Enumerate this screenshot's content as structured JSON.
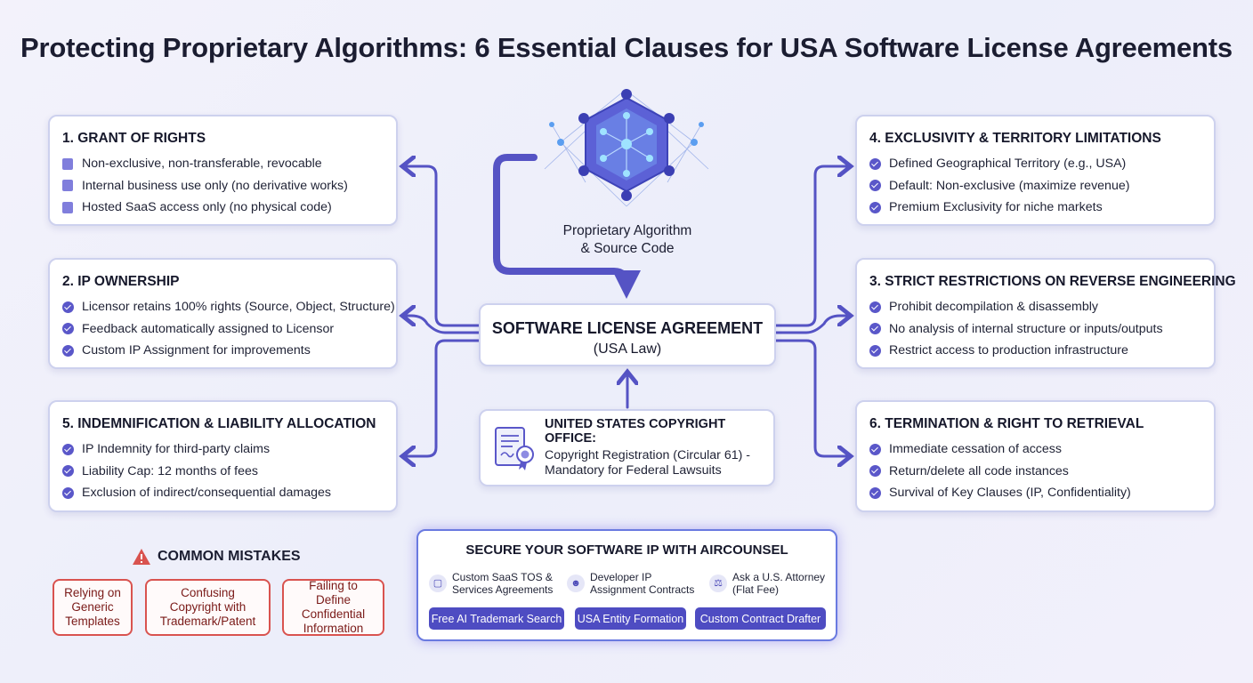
{
  "title": "Protecting Proprietary Algorithms: 6 Essential Clauses for USA Software License Agreements",
  "center": {
    "algo_label_line1": "Proprietary Algorithm",
    "algo_label_line2": "& Source Code",
    "license_title": "SOFTWARE LICENSE AGREEMENT",
    "license_sub": "(USA Law)",
    "copyright_title": "UNITED STATES COPYRIGHT OFFICE:",
    "copyright_body": "Copyright Registration (Circular 61) - Mandatory for Federal Lawsuits"
  },
  "clauses": {
    "grant": {
      "title": "1. GRANT OF RIGHTS",
      "items": [
        "Non-exclusive, non-transferable, revocable",
        "Internal business use only (no derivative works)",
        "Hosted SaaS access only (no physical code)"
      ]
    },
    "ip": {
      "title": "2. IP OWNERSHIP",
      "items": [
        "Licensor retains 100% rights (Source, Object, Structure)",
        "Feedback automatically assigned to Licensor",
        "Custom IP Assignment for improvements"
      ]
    },
    "indemnification": {
      "title": "5. INDEMNIFICATION & LIABILITY ALLOCATION",
      "items": [
        "IP Indemnity for third-party claims",
        "Liability Cap: 12 months of fees",
        "Exclusion of indirect/consequential damages"
      ]
    },
    "exclusivity": {
      "title": "4. EXCLUSIVITY & TERRITORY LIMITATIONS",
      "items": [
        "Defined Geographical Territory (e.g., USA)",
        "Default: Non-exclusive (maximize revenue)",
        "Premium Exclusivity for niche markets"
      ]
    },
    "reverse": {
      "title": "3. STRICT RESTRICTIONS ON REVERSE ENGINEERING",
      "items": [
        "Prohibit decompilation & disassembly",
        "No analysis of internal structure or inputs/outputs",
        "Restrict access to production infrastructure"
      ]
    },
    "termination": {
      "title": "6. TERMINATION & RIGHT TO RETRIEVAL",
      "items": [
        "Immediate cessation of access",
        "Return/delete all code instances",
        "Survival of Key Clauses (IP, Confidentiality)"
      ]
    }
  },
  "mistakes": {
    "heading": "COMMON MISTAKES",
    "items": [
      "Relying on Generic Templates",
      "Confusing Copyright with Trademark/Patent",
      "Failing to Define Confidential Information"
    ]
  },
  "cta": {
    "title": "SECURE YOUR SOFTWARE IP WITH AIRCOUNSEL",
    "services": [
      "Custom SaaS TOS & Services Agreements",
      "Developer IP Assignment Contracts",
      "Ask a U.S. Attorney (Flat Fee)"
    ],
    "buttons": [
      "Free AI Trademark Search",
      "USA Entity Formation",
      "Custom Contract Drafter"
    ]
  },
  "colors": {
    "accent": "#4e4cc2",
    "arrow": "#5553c4",
    "warning": "#d9534f",
    "card_border": "#cdd1ee"
  },
  "icons": [
    "checkmark-bullet-icon",
    "algorithm-network-icon",
    "certificate-icon",
    "warning-icon",
    "document-icon",
    "developer-icon",
    "scales-icon"
  ]
}
